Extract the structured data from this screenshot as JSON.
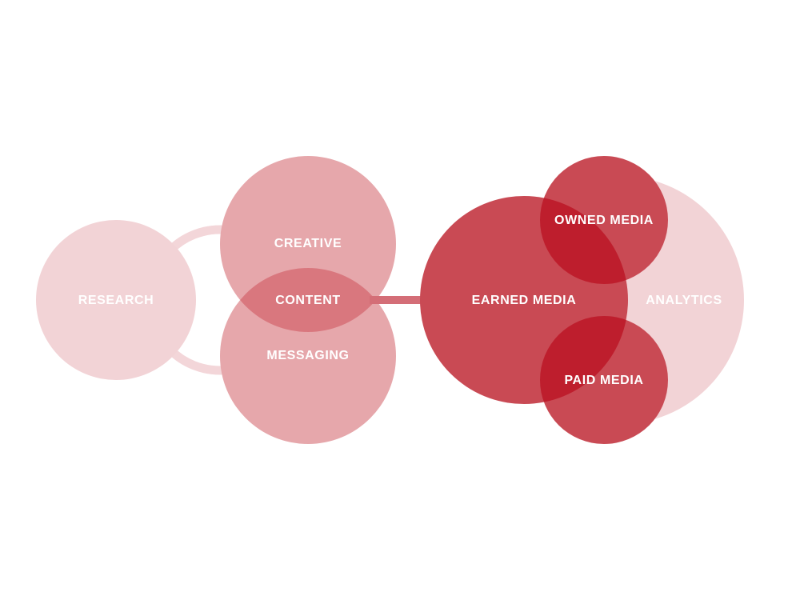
{
  "colors": {
    "pale": "#f2d3d6",
    "pale_ring": "#f3d6d9",
    "mid": "#e6a7ab",
    "lens": "#d9777e",
    "strong": "#c94a54",
    "deep": "#be1e2d",
    "connector": "#d46e77",
    "text": "#ffffff"
  },
  "nodes": {
    "research": "RESEARCH",
    "creative": "CREATIVE",
    "content": "CONTENT",
    "messaging": "MESSAGING",
    "earned_media": "EARNED MEDIA",
    "owned_media": "OWNED MEDIA",
    "paid_media": "PAID MEDIA",
    "analytics": "ANALYTICS"
  }
}
